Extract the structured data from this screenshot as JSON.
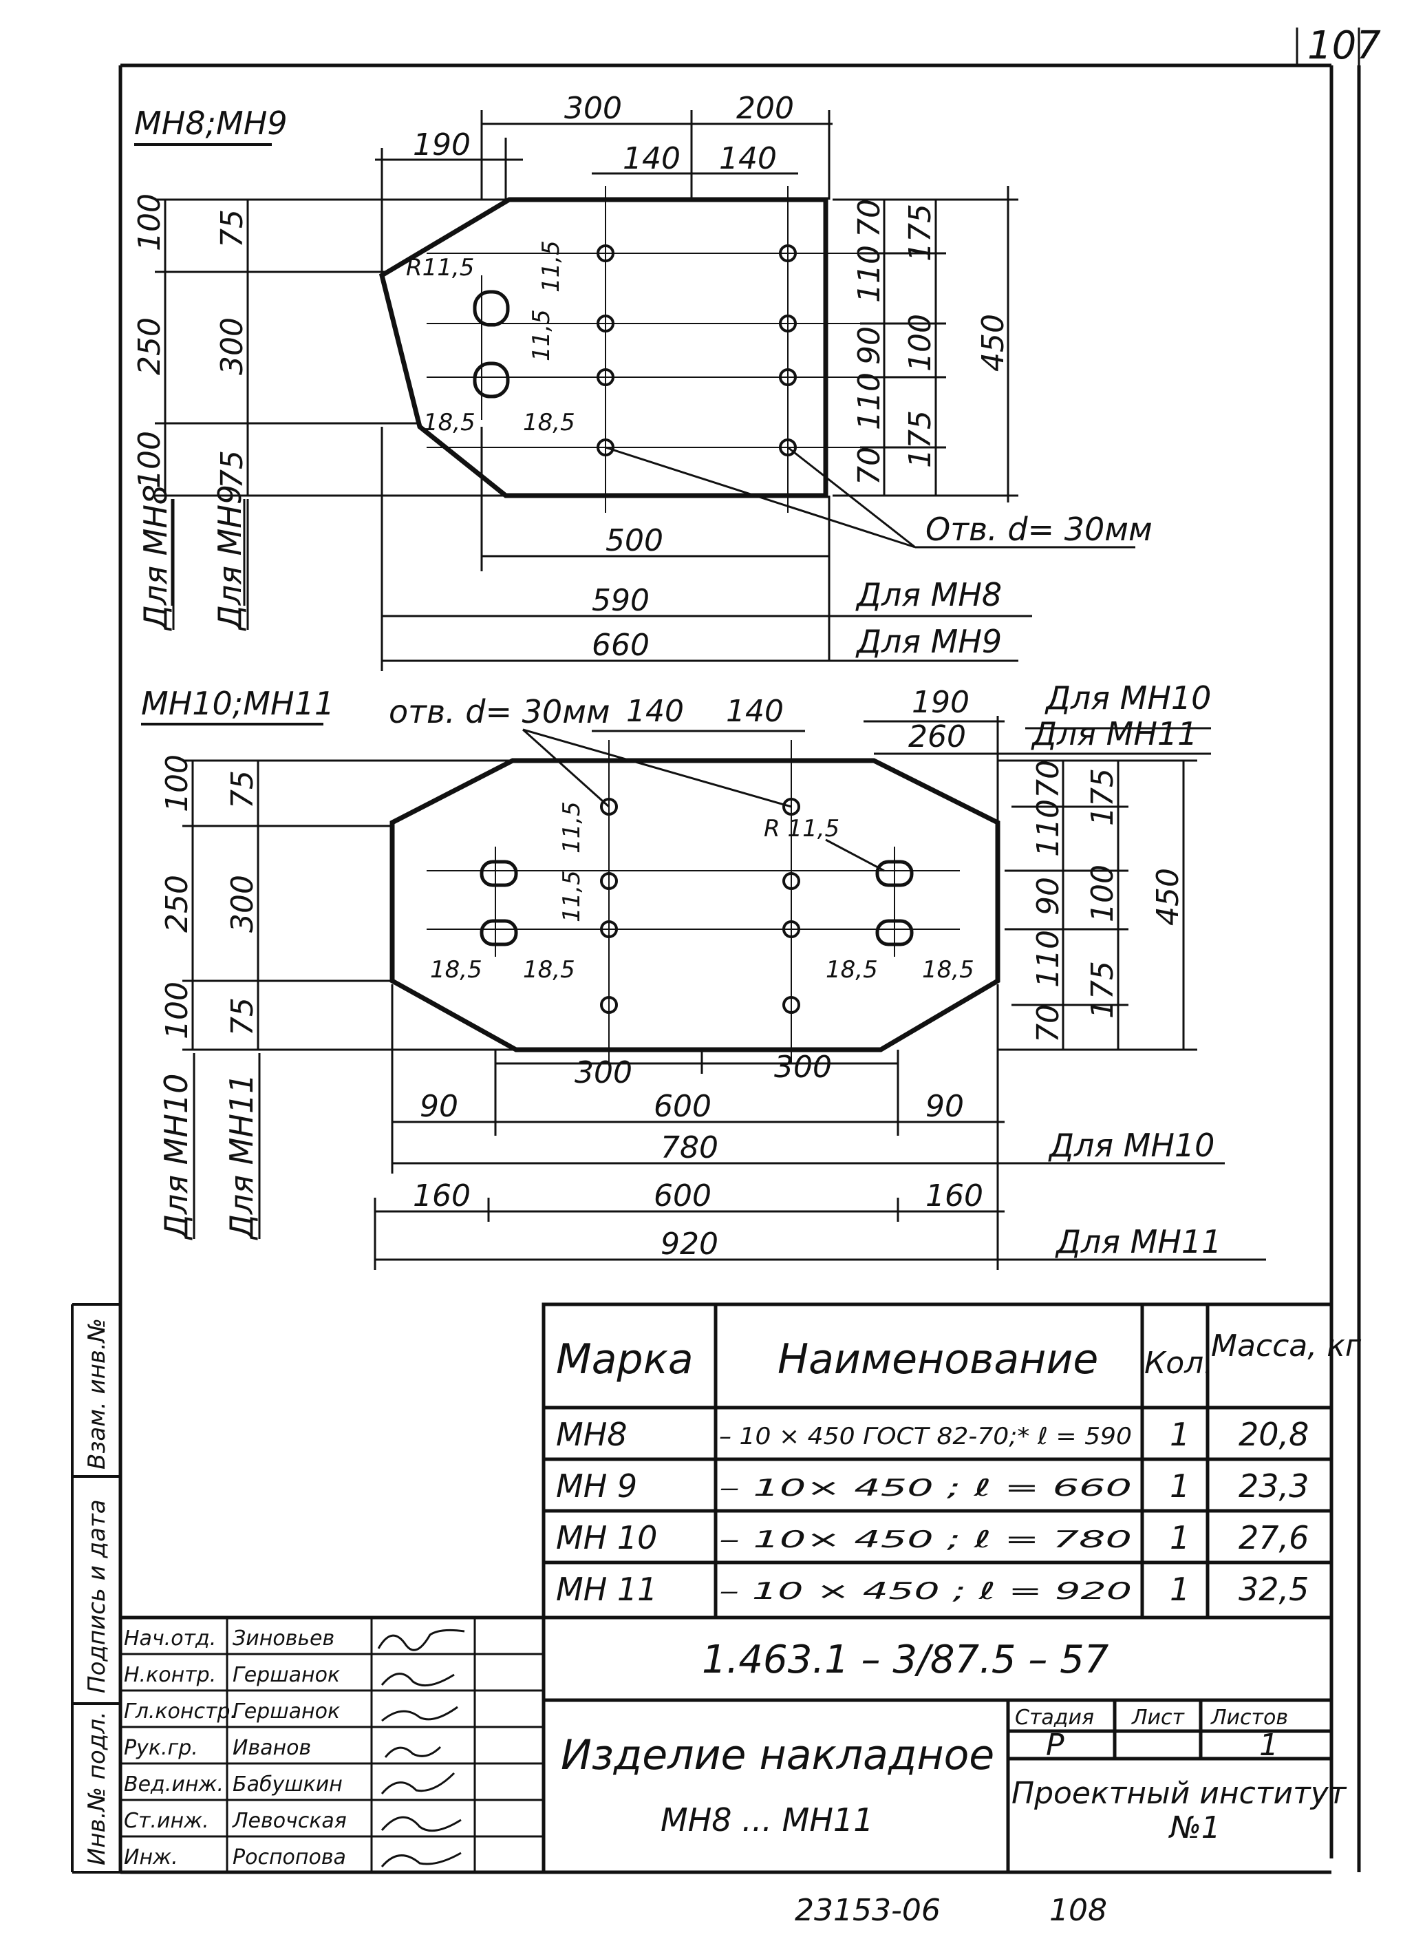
{
  "page_number": "107",
  "bottom_note": {
    "code": "23153-06",
    "num": "108"
  },
  "diagram": {
    "top": {
      "title": "МН8;МН9",
      "dims_top": [
        "300",
        "200"
      ],
      "dim_190": "190",
      "dims_holes": [
        "140",
        "140"
      ],
      "dims_left_outer": [
        "100",
        "250",
        "100"
      ],
      "dims_left_inner": [
        "75",
        "300",
        "75"
      ],
      "radius": "R11,5",
      "slot_w": [
        "11,5",
        "11,5"
      ],
      "slot_off": [
        "18,5",
        "18,5"
      ],
      "dims_right_inner": [
        "70",
        "110",
        "90",
        "110",
        "70"
      ],
      "dims_right_mid": [
        "175",
        "100",
        "175"
      ],
      "dim_450": "450",
      "hole_note": "Отв. d= 30мм",
      "dim_500": "500",
      "dim_590": "590",
      "dim_660": "660",
      "for_a": "Для МН8",
      "for_b": "Для МН9",
      "left_for_a": "Для МН8",
      "left_for_b": "Для МН9"
    },
    "bottom": {
      "title": "МН10;МН11",
      "hole_note": "отв. d= 30мм",
      "dims_holes": [
        "140",
        "140"
      ],
      "dim_190": "190",
      "dim_260": "260",
      "for_a": "Для МН10",
      "for_b": "Для МН11",
      "dims_left_outer": [
        "100",
        "250",
        "100"
      ],
      "dims_left_inner": [
        "75",
        "300",
        "75"
      ],
      "radius": "R 11,5",
      "slot_w": [
        "11,5",
        "11,5"
      ],
      "slot_off": [
        "18,5",
        "18,5",
        "18,5",
        "18,5"
      ],
      "dims_right_inner": [
        "70",
        "110",
        "90",
        "110",
        "70"
      ],
      "dims_right_mid": [
        "175",
        "100",
        "175"
      ],
      "dim_450": "450",
      "dims_300": [
        "300",
        "300"
      ],
      "row1": [
        "90",
        "600",
        "90"
      ],
      "dim_780": "780",
      "row2": [
        "160",
        "600",
        "160"
      ],
      "dim_920": "920",
      "left_for_a": "Для МН10",
      "left_for_b": "Для МН11"
    }
  },
  "spec_table": {
    "headers": [
      "Марка",
      "Наименование",
      "Кол.",
      "Масса, кг"
    ],
    "rows": [
      {
        "mark": "МН8",
        "name": "– 10 × 450 ГОСТ 82-70;* ℓ = 590",
        "qty": "1",
        "mass": "20,8"
      },
      {
        "mark": "МН 9",
        "name": "– 10× 450          ; ℓ = 660",
        "qty": "1",
        "mass": "23,3"
      },
      {
        "mark": "МН 10",
        "name": "– 10× 450          ; ℓ = 780",
        "qty": "1",
        "mass": "27,6"
      },
      {
        "mark": "МН 11",
        "name": "– 10 × 450         ; ℓ = 920",
        "qty": "1",
        "mass": "32,5"
      }
    ]
  },
  "title_block": {
    "code": "1.463.1 – 3/87.5 – 57",
    "name_l1": "Изделие накладное",
    "name_l2": "МН8 ... МН11",
    "stage_hdr": "Стадия",
    "sheet_hdr": "Лист",
    "sheets_hdr": "Листов",
    "stage": "Р",
    "sheet": "",
    "sheets": "1",
    "org_l1": "Проектный институт",
    "org_l2": "№1",
    "staff": [
      {
        "role": "Нач.отд.",
        "name": "Зиновьев"
      },
      {
        "role": "Н.контр.",
        "name": "Гершанок"
      },
      {
        "role": "Гл.констр.",
        "name": "Гершанок"
      },
      {
        "role": "Рук.гр.",
        "name": "Иванов"
      },
      {
        "role": "Вед.инж.",
        "name": "Бабушкин"
      },
      {
        "role": "Ст.инж.",
        "name": "Левочская"
      },
      {
        "role": "Инж.",
        "name": "Роспопова"
      }
    ],
    "side_labels": [
      "Взам. инв.№",
      "Подпись и дата",
      "Инв.№ подл."
    ]
  }
}
